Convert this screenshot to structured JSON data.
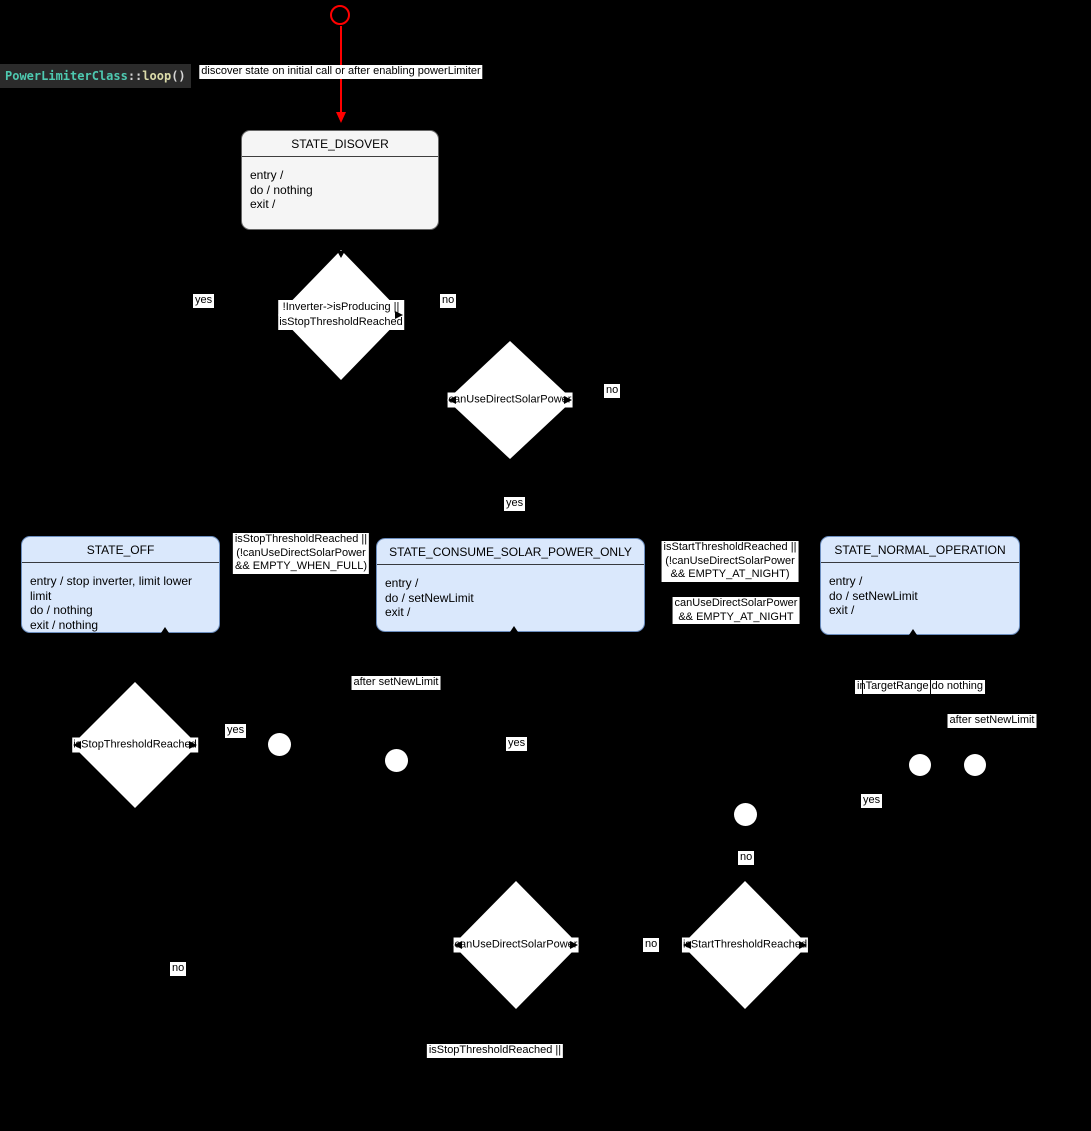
{
  "code_label": {
    "class_name": "PowerLimiterClass",
    "separator": "::",
    "method_name": "loop",
    "parens": "()"
  },
  "notes": {
    "discover": "discover state on initial call or after enabling powerLimiter",
    "in_target_range": "inTargetRange do nothing",
    "after_set_new_limit_left": "after setNewLimit",
    "after_set_new_limit_right": "after setNewLimit",
    "bottom_guard": "isStopThresholdReached ||"
  },
  "branch_labels": {
    "yes": "yes",
    "no": "no"
  },
  "guards": {
    "off_guard": [
      "isStopThresholdReached ||",
      "(!canUseDirectSolarPower",
      "&& EMPTY_WHEN_FULL)"
    ],
    "start_guard": [
      "isStartThresholdReached ||",
      "(!canUseDirectSolarPower",
      "&& EMPTY_AT_NIGHT)"
    ],
    "night_guard": [
      "canUseDirectSolarPower",
      "&& EMPTY_AT_NIGHT"
    ]
  },
  "states": {
    "discover": {
      "title": "STATE_DISOVER",
      "entry": "entry /",
      "do": "do / nothing",
      "exit": "exit /"
    },
    "off": {
      "title": "STATE_OFF",
      "entry": "entry / stop inverter, limit lower limit",
      "do": "do / nothing",
      "exit": "exit / nothing"
    },
    "consume": {
      "title": "STATE_CONSUME_SOLAR_POWER_ONLY",
      "entry": "entry /",
      "do": "do / setNewLimit",
      "exit": "exit /"
    },
    "normal": {
      "title": "STATE_NORMAL_OPERATION",
      "entry": "entry /",
      "do": "do / setNewLimit",
      "exit": "exit /"
    }
  },
  "decisions": {
    "producing_or_stop": {
      "line1": "!Inverter->isProducing ||",
      "line2": "isStopThresholdReached"
    },
    "can_use_direct_solar_top": "canUseDirectSolarPower",
    "stop_threshold": "isStopThresholdReached",
    "can_use_direct_solar_bottom": "canUseDirectSolarPower",
    "start_threshold": "isStartThresholdReached"
  },
  "colors": {
    "background": "#000000",
    "state_blue_fill": "#dae8fc",
    "state_blue_border": "#6c8ebf",
    "state_gray_fill": "#f5f5f5",
    "state_gray_border": "#666666",
    "initial_red": "#ff0000",
    "code_class": "#4ec9b0",
    "code_method": "#dcdcaa",
    "code_plain": "#d4d4d4",
    "code_bg": "#2b2b2b"
  }
}
